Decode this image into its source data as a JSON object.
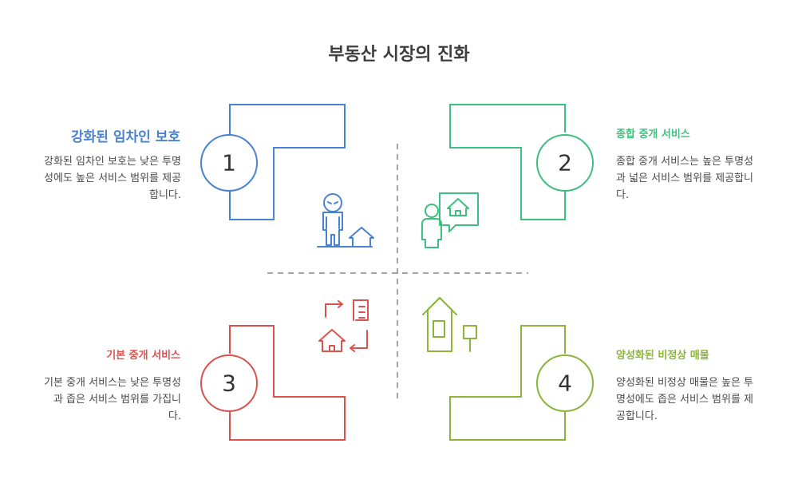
{
  "title": "부동산 시장의 진화",
  "colors": {
    "q1": "#4a82d3",
    "q2": "#3fbf7f",
    "q3": "#d9534f",
    "q4": "#8cb43a",
    "divider": "#888888"
  },
  "quadrants": [
    {
      "number": "1",
      "title": "강화된 임차인 보호",
      "description": "강화된 임차인 보호는 낮은 투명성에도 높은 서비스 범위를 제공합니다.",
      "icon": "tenant-house-icon"
    },
    {
      "number": "2",
      "title": "종합 중개 서비스",
      "description": "종합 중개 서비스는 높은 투명성과 넓은 서비스 범위를 제공합니다.",
      "icon": "agent-house-icon"
    },
    {
      "number": "3",
      "title": "기본 중개 서비스",
      "description": "기본 중개 서비스는 낮은 투명성과 좁은 서비스 범위를 가집니다.",
      "icon": "exchange-icon"
    },
    {
      "number": "4",
      "title": "양성화된 비정상 매물",
      "description": "양성화된 비정상 매물은 높은 투명성에도 좁은 서비스 범위를 제공합니다.",
      "icon": "irregular-listing-icon"
    }
  ]
}
